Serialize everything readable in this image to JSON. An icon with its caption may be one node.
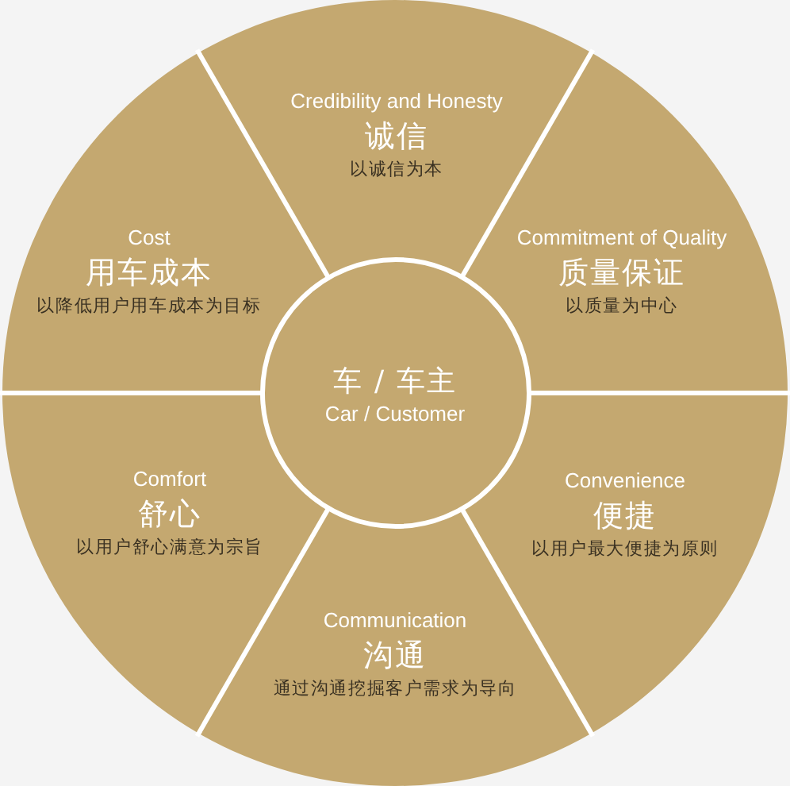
{
  "diagram": {
    "nodes": [
      {
        "text": [
          "Credibility and Honesty",
          "诚信",
          "以诚信为本"
        ]
      },
      {
        "text": [
          "Cost",
          "用车成本",
          "以降低用户用车成本为目标"
        ]
      },
      {
        "text": [
          "Commitment of Quality",
          "质量保证",
          "以质量为中心"
        ]
      },
      {
        "text": [
          "车 / 车主",
          "Car / Customer"
        ]
      },
      {
        "text": [
          "Comfort",
          "舒心",
          "以用户舒心满意为宗旨"
        ]
      },
      {
        "text": [
          "Convenience",
          "便捷",
          "以用户最大便捷为原则"
        ]
      },
      {
        "text": [
          "Communication",
          "沟通",
          "通过沟通挖掘客户需求为导向"
        ]
      }
    ]
  }
}
